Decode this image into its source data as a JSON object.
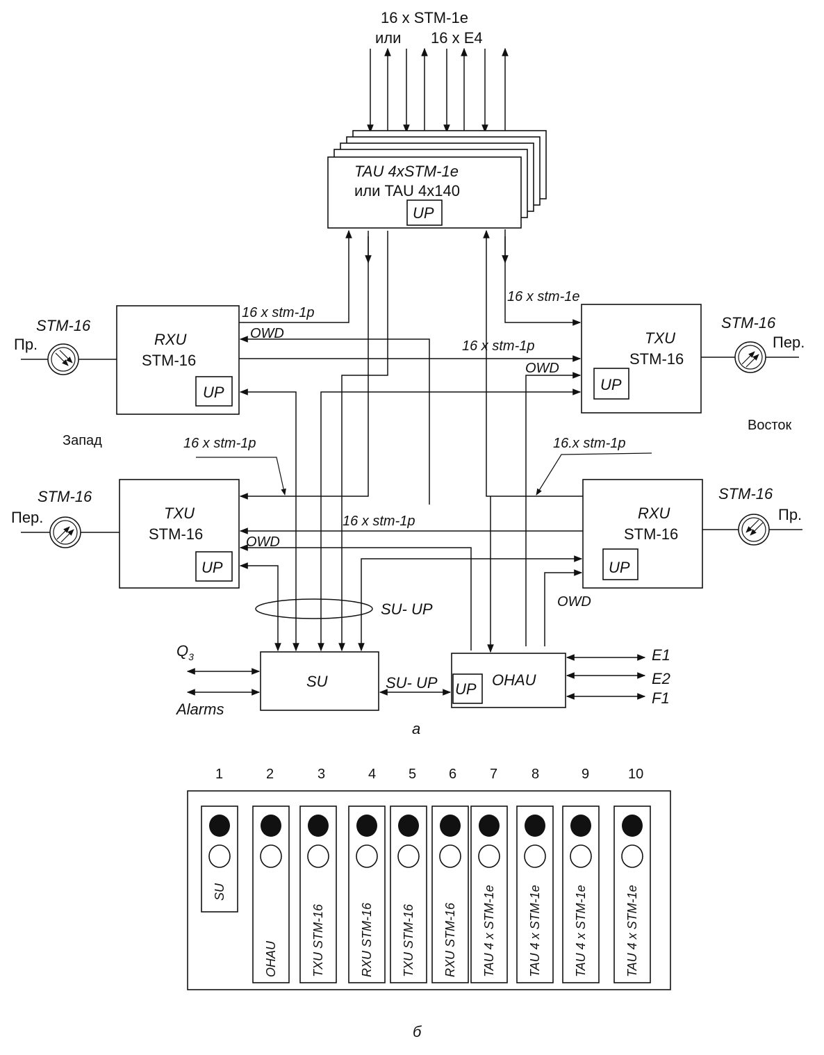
{
  "diagram_a": {
    "top_label_line1": "16 x STM-1e",
    "top_label_or": "или",
    "top_label_line2": "16 x E4",
    "tau": {
      "line1": "TAU  4xSTM-1e",
      "line2": "или TAU 4x140",
      "up": "UP"
    },
    "rxu_west": {
      "line1": "RXU",
      "line2": "STM-16",
      "up": "UP"
    },
    "txu_east": {
      "line1": "TXU",
      "line2": "STM-16",
      "up": "UP"
    },
    "txu_west": {
      "line1": "TXU",
      "line2": "STM-16",
      "up": "UP"
    },
    "rxu_east": {
      "line1": "RXU",
      "line2": "STM-16",
      "up": "UP"
    },
    "su": {
      "label": "SU"
    },
    "ohau": {
      "label": "OHAU",
      "up": "UP"
    },
    "labels": {
      "stm16": "STM-16",
      "pr": "Пр.",
      "per": "Пер.",
      "west": "Запад",
      "east": "Восток",
      "stm1p_16": "16 x stm-1p",
      "stm1p_16_dot": "16.x stm-1p",
      "stm1e_16": "16 x stm-1e",
      "owd": "OWD",
      "su_up": "SU- UP",
      "q3": "Q",
      "q3_sub": "3",
      "alarms": "Alarms",
      "e1": "E1",
      "e2": "E2",
      "f1": "F1"
    },
    "caption": "a"
  },
  "diagram_b": {
    "caption": "б",
    "slots": [
      {
        "number": "1",
        "label": "SU"
      },
      {
        "number": "2",
        "label": "OHAU"
      },
      {
        "number": "3",
        "label": "TXU  STM-16"
      },
      {
        "number": "4",
        "label": "RXU  STM-16"
      },
      {
        "number": "5",
        "label": "TXU  STM-16"
      },
      {
        "number": "6",
        "label": "RXU  STM-16"
      },
      {
        "number": "7",
        "label": "TAU 4 x STM-1e"
      },
      {
        "number": "8",
        "label": "TAU 4 x STM-1e"
      },
      {
        "number": "9",
        "label": "TAU 4 x STM-1e"
      },
      {
        "number": "10",
        "label": "TAU 4 x STM-1e"
      }
    ]
  }
}
